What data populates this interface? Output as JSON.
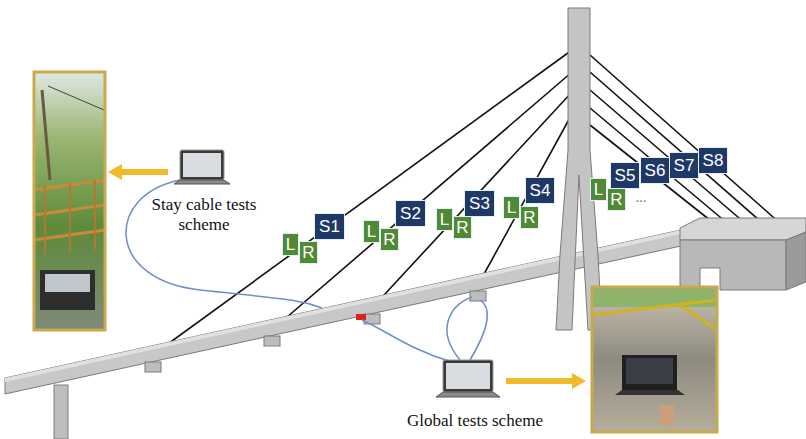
{
  "diagram": {
    "nodes": [
      {
        "text": [
          "S1"
        ]
      },
      {
        "text": [
          "L"
        ]
      },
      {
        "text": [
          "R"
        ]
      },
      {
        "text": [
          "S2"
        ]
      },
      {
        "text": [
          "L"
        ]
      },
      {
        "text": [
          "R"
        ]
      },
      {
        "text": [
          "S3"
        ]
      },
      {
        "text": [
          "L"
        ]
      },
      {
        "text": [
          "R"
        ]
      },
      {
        "text": [
          "S4"
        ]
      },
      {
        "text": [
          "L"
        ]
      },
      {
        "text": [
          "R"
        ]
      },
      {
        "text": [
          "S5"
        ]
      },
      {
        "text": [
          "S6"
        ]
      },
      {
        "text": [
          "S7"
        ]
      },
      {
        "text": [
          "S8"
        ]
      },
      {
        "text": [
          "L"
        ]
      },
      {
        "text": [
          "R"
        ]
      }
    ],
    "labels": [
      "Stay cable tests scheme",
      "Global tests scheme",
      "..."
    ]
  }
}
